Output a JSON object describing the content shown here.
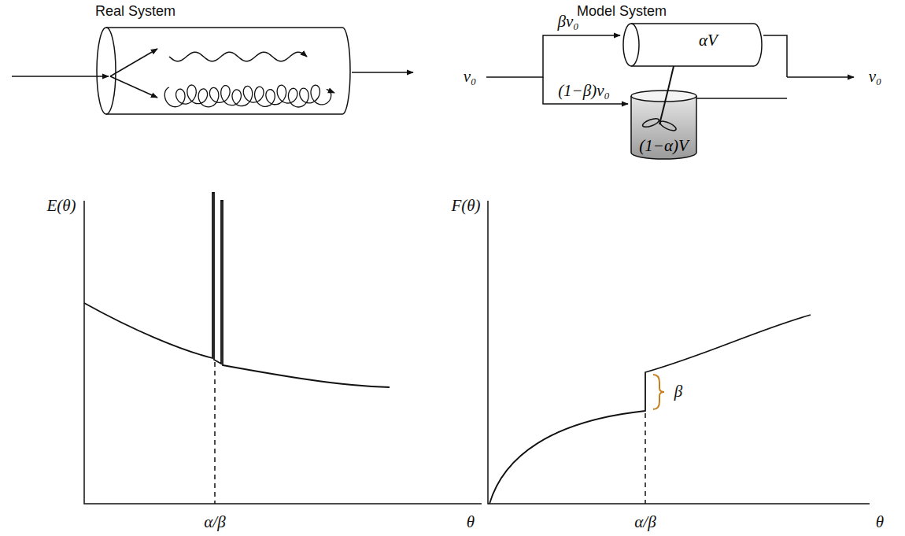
{
  "diagram": {
    "nodes": [
      {
        "text": [
          "αV"
        ]
      },
      {
        "text": [
          "(1−α)V"
        ]
      }
    ],
    "labels": [
      "Real System",
      "Model System",
      "v₀",
      "βv₀",
      "(1−β)v₀",
      "v₀",
      "E(θ)",
      "α/β",
      "θ",
      "F(θ)",
      "β",
      "α/β",
      "θ"
    ]
  }
}
